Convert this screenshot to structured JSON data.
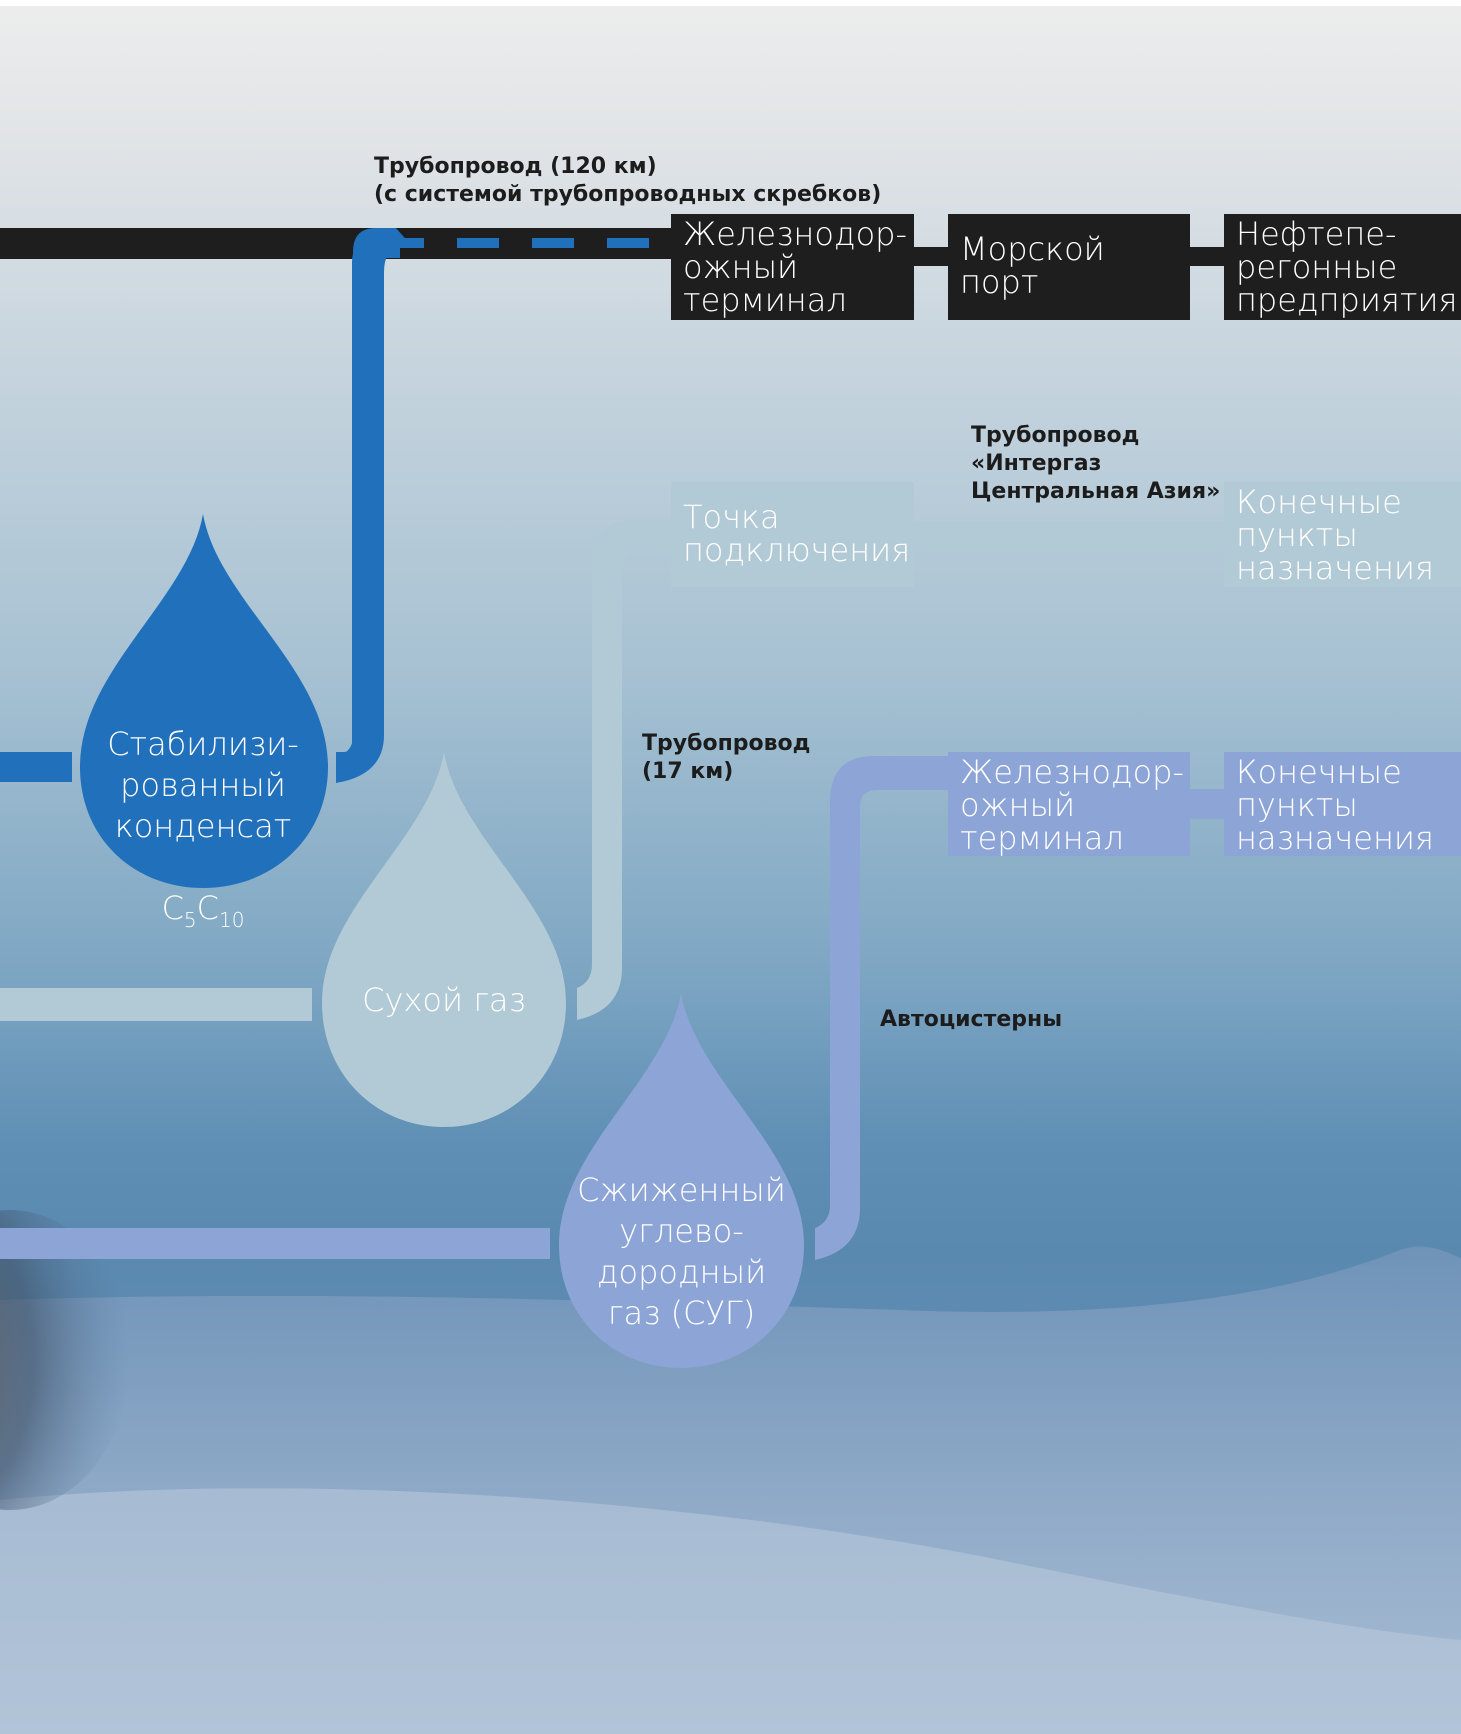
{
  "colors": {
    "dark": "#1e1e1e",
    "condensate": "#2170bb",
    "dry_gas": "#b2cad6",
    "lpg": "#8ca4d6",
    "label_text": "#1c1c1c",
    "box_text": "#ffffff"
  },
  "top_route": {
    "pipeline_label": "Трубопровод (120 км)\n(с системой трубопроводных скребков)",
    "boxes": [
      "Железнодор-\nожный\nтерминал",
      "Морской\nпорт",
      "Нефтепе-\nрегонные\nпредприятия"
    ]
  },
  "gas_route": {
    "pipeline_label": "Трубопровод\n«Интергаз\nЦентральная Азия»",
    "boxes": [
      "Точка\nподключения",
      "Конечные\nпункты\nназначения"
    ]
  },
  "pipeline_17": {
    "label": "Трубопровод\n(17 км)"
  },
  "lpg_route": {
    "transport_label": "Автоцистерны",
    "boxes": [
      "Железнодор-\nожный\nтерминал",
      "Конечные\nпункты\nназначения"
    ]
  },
  "products": {
    "condensate": {
      "name": "Стабилизи-\nрованный\nконденсат",
      "formula_main": "C",
      "sub1": "5",
      "formula_main2": "C",
      "sub2": "10"
    },
    "dry_gas": {
      "name": "Сухой газ"
    },
    "lpg": {
      "name": "Сжиженный\nуглево-\nдородный\nгаз (СУГ)"
    }
  }
}
